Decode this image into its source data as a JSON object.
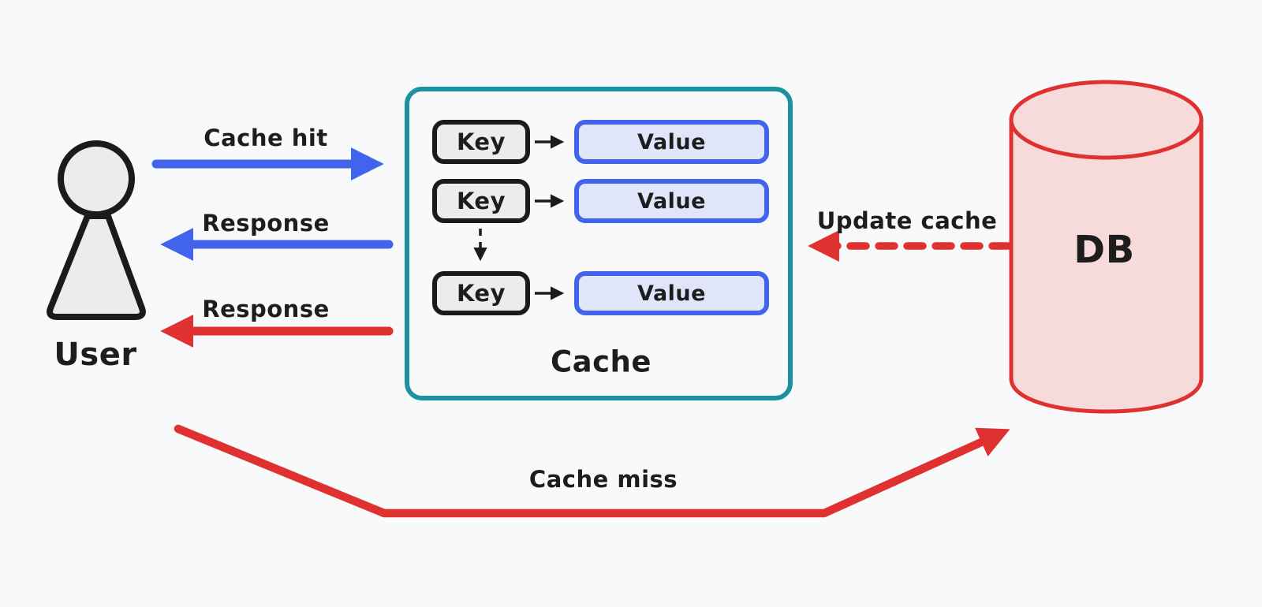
{
  "diagram": {
    "title_hint": "cache-read-through-flow",
    "user": {
      "label": "User"
    },
    "cache": {
      "label": "Cache",
      "entries": [
        {
          "key": "Key",
          "value": "Value"
        },
        {
          "key": "Key",
          "value": "Value"
        },
        {
          "key": "Key",
          "value": "Value"
        }
      ]
    },
    "db": {
      "label": "DB"
    },
    "arrows": {
      "cache_hit": {
        "label": "Cache hit",
        "direction": "user-to-cache",
        "style": "solid",
        "color": "#4263eb"
      },
      "response_from_cache": {
        "label": "Response",
        "direction": "cache-to-user",
        "style": "solid",
        "color": "#4263eb"
      },
      "response_from_db": {
        "label": "Response",
        "direction": "cache-to-user",
        "style": "solid",
        "color": "#e03131"
      },
      "update_cache": {
        "label": "Update cache",
        "direction": "db-to-cache",
        "style": "dashed",
        "color": "#e03131"
      },
      "cache_miss": {
        "label": "Cache miss",
        "direction": "user-to-db",
        "style": "solid",
        "color": "#e03131"
      },
      "key_eviction": {
        "label": "",
        "direction": "key-to-key",
        "style": "dashed",
        "color": "#1b1b1b"
      }
    },
    "colors": {
      "background": "#f8f9fb",
      "blue_arrow": "#4263eb",
      "red_arrow": "#e03131",
      "cache_border_teal": "#1c92a0",
      "key_border": "#1b1b1b",
      "key_fill": "#ececec",
      "value_border": "#4263eb",
      "value_fill": "#e1e5f9",
      "db_border": "#e03131",
      "db_fill": "#f7dbdb",
      "text": "#1d1d1d"
    }
  }
}
